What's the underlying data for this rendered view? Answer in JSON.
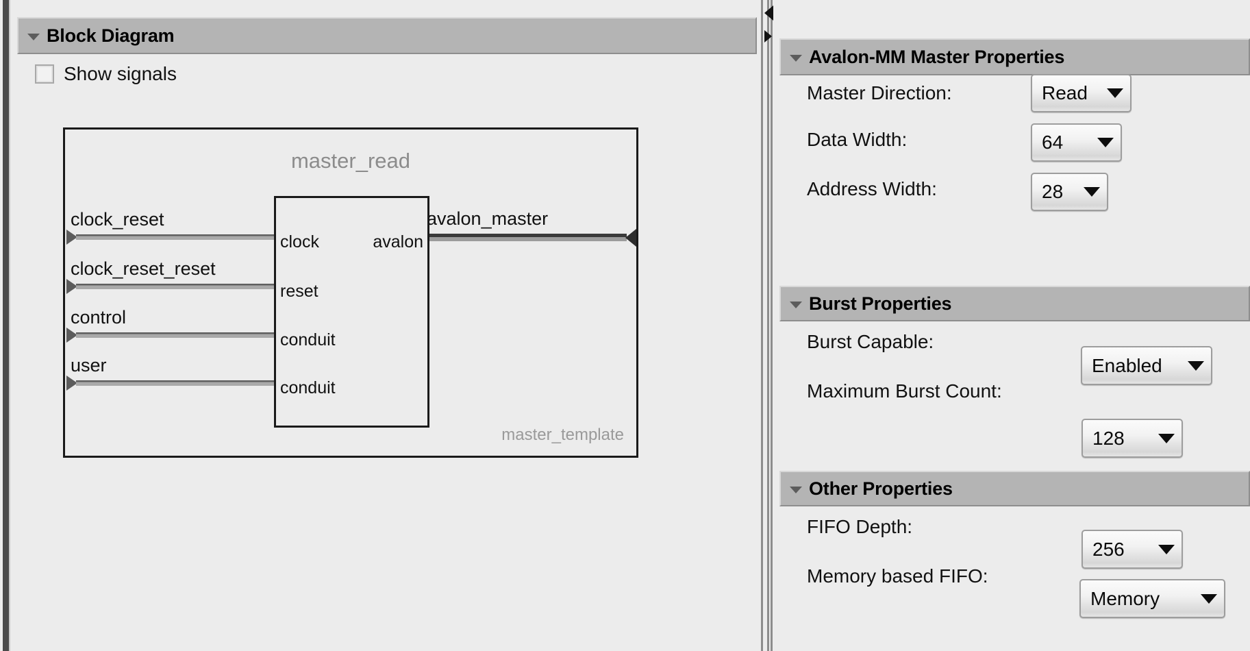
{
  "left_panel": {
    "section_title": "Block Diagram",
    "show_signals": {
      "label": "Show signals",
      "checked": false
    },
    "diagram": {
      "module_name": "master_read",
      "instance_name": "master_template",
      "inputs": [
        {
          "external_name": "clock_reset",
          "pin": "clock"
        },
        {
          "external_name": "clock_reset_reset",
          "pin": "reset"
        },
        {
          "external_name": "control",
          "pin": "conduit"
        },
        {
          "external_name": "user",
          "pin": "conduit"
        }
      ],
      "outputs": [
        {
          "external_name": "avalon_master",
          "pin": "avalon"
        }
      ]
    }
  },
  "right_panel": {
    "sections": [
      {
        "title": "Avalon-MM Master Properties",
        "rows": [
          {
            "label": "Master Direction:",
            "value": "Read"
          },
          {
            "label": "Data Width:",
            "value": "64"
          },
          {
            "label": "Address Width:",
            "value": "28"
          }
        ]
      },
      {
        "title": "Burst Properties",
        "rows": [
          {
            "label": "Burst Capable:",
            "value": "Enabled"
          },
          {
            "label": "Maximum Burst Count:",
            "value": "128"
          }
        ]
      },
      {
        "title": "Other Properties",
        "rows": [
          {
            "label": "FIFO Depth:",
            "value": "256"
          },
          {
            "label": "Memory based FIFO:",
            "value": "Memory"
          }
        ]
      }
    ]
  },
  "colors": {
    "panel_background": "#ececec",
    "section_header": "#b4b4b4",
    "diagram_stroke": "#1a1a1a",
    "diagram_muted_text": "#8c8c8c",
    "rail": "#4a4a4a"
  }
}
